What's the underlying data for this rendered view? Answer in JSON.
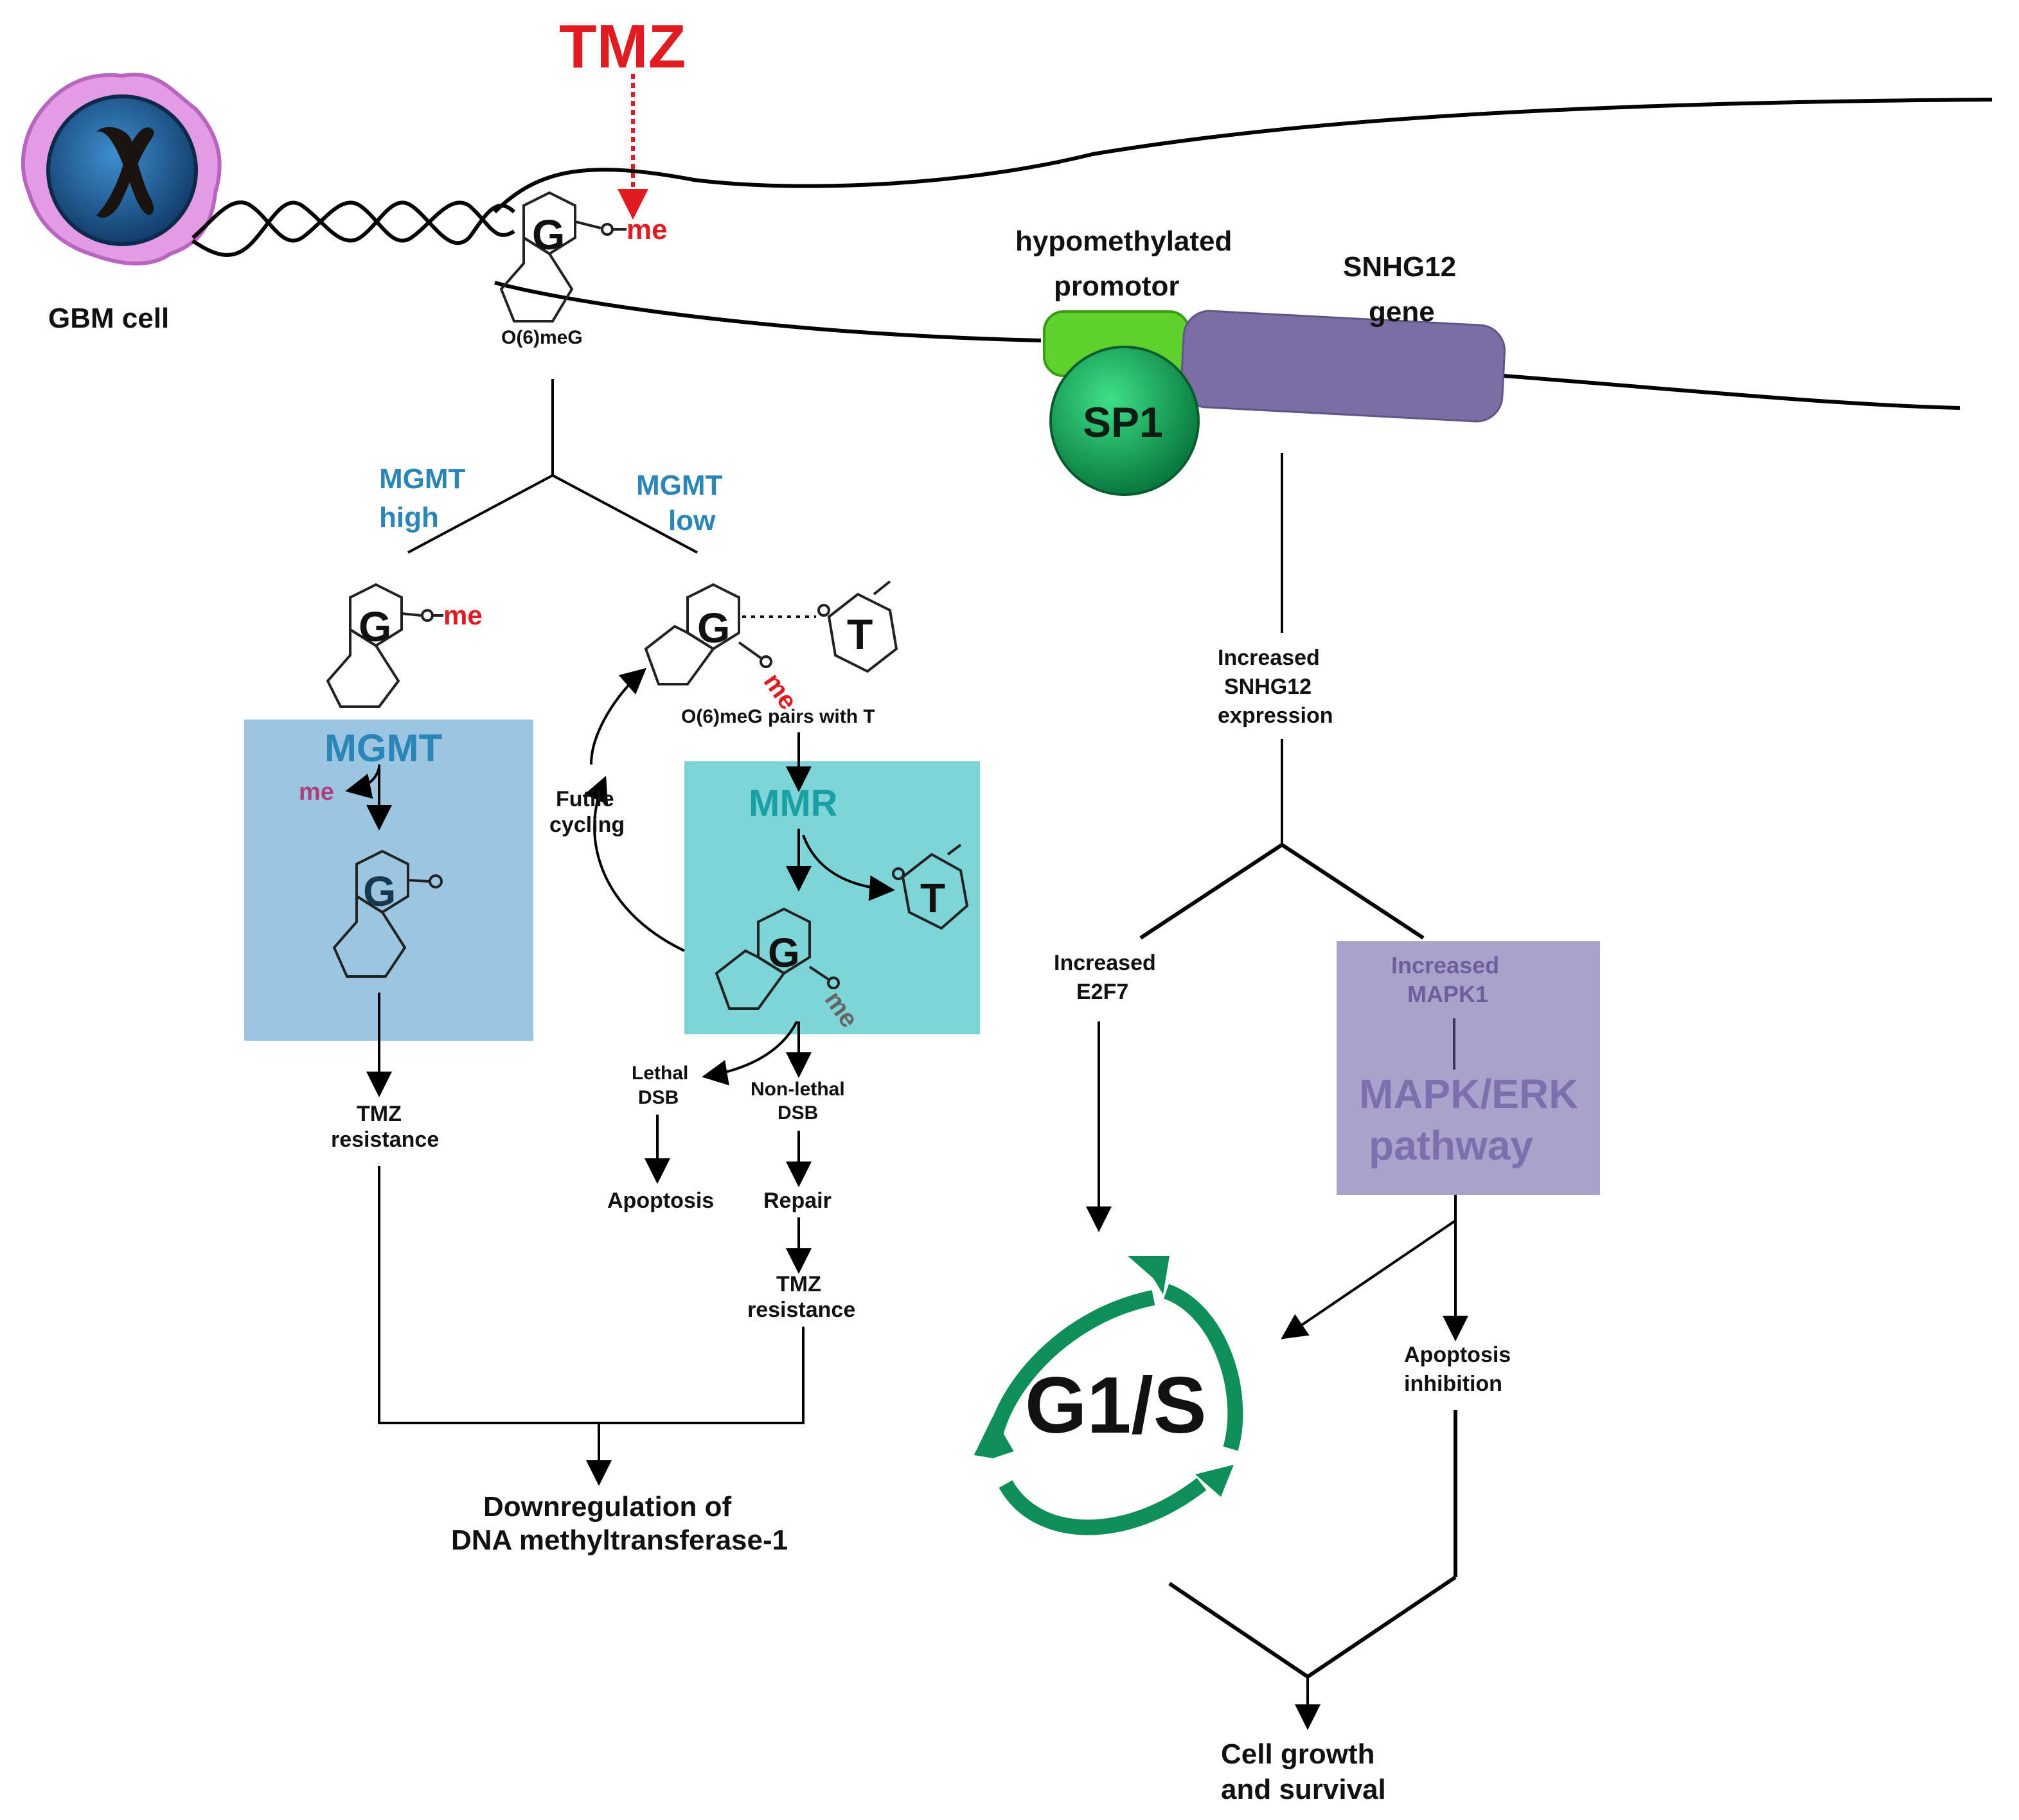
{
  "drug": "TMZ",
  "cell_label": "GBM cell",
  "methyl_label": "me",
  "lesion_label": "O(6)meG",
  "promoter_label": [
    "hypomethylated",
    "promotor"
  ],
  "gene_label": [
    "SNHG12",
    "gene"
  ],
  "sp1_label": "SP1",
  "guanine_letter": "G",
  "thymine_letter": "T",
  "mgmt_high": [
    "MGMT",
    "high"
  ],
  "mgmt_low": [
    "MGMT",
    "low"
  ],
  "mgmt_box_title": "MGMT",
  "mmr_box_title": "MMR",
  "pairs_label": "O(6)meG pairs with T",
  "futile_label": [
    "Futile",
    "cycling"
  ],
  "lethal_label": [
    "Lethal",
    "DSB"
  ],
  "nonlethal_label": [
    "Non-lethal",
    "DSB"
  ],
  "apoptosis_label": "Apoptosis",
  "repair_label": "Repair",
  "tmz_resistance": [
    "TMZ",
    "resistance"
  ],
  "downregulation_label": [
    "Downregulation of",
    "DNA methyltransferase-1"
  ],
  "snhg12_expr_label": [
    "Increased",
    "SNHG12",
    "expression"
  ],
  "e2f7_label": [
    "Increased",
    "E2F7"
  ],
  "mapk1_label": [
    "Increased",
    "MAPK1"
  ],
  "pathway_label": [
    "MAPK/ERK",
    "pathway"
  ],
  "cell_cycle_label": "G1/S",
  "apoptosis_inhibition_label": [
    "Apoptosis",
    "inhibition"
  ],
  "outcome_label": [
    "Cell growth",
    "and survival"
  ],
  "colors": {
    "drug_red": "#e01b22",
    "mgmt_box": "#9cc5e2",
    "mmr_box": "#7ed5d8",
    "mapk_box": "#a9a3cb",
    "promoter_green": "#5fd12c",
    "gene_purple": "#7a6fa3",
    "sp1_green": "#0fa85a",
    "cycle_green": "#0f8f58",
    "label_blue": "#2a86b8"
  }
}
